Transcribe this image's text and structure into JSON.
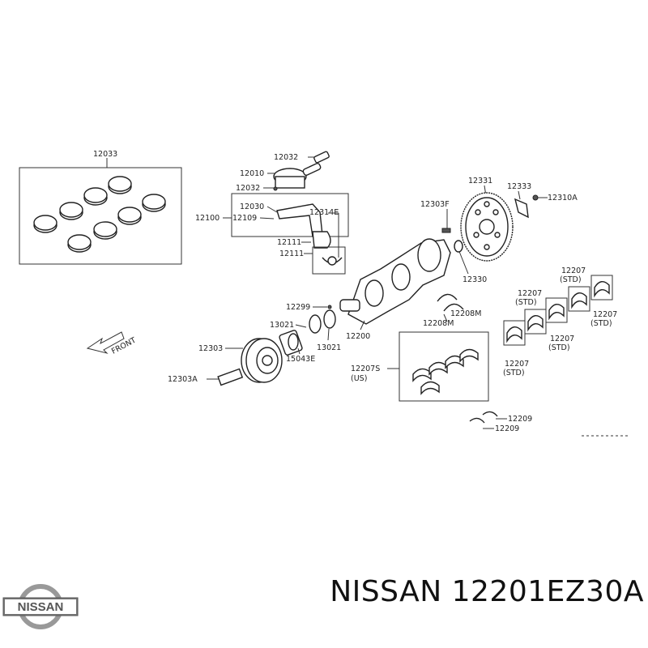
{
  "diagram": {
    "labels": {
      "ring_set": "12033",
      "pin_clip_top": "12032",
      "piston": "12010",
      "pin_clip": "12032",
      "con_rod": "12100",
      "rod_bolt": "12030",
      "rod_nut": "12109",
      "rod_cap": "12314E",
      "rod_bearing_upper": "12111",
      "rod_bearing_lower": "12111",
      "bolt_top": "12303F",
      "flywheel": "12331",
      "flywheel_plate": "12333",
      "flywheel_bolt": "12310A",
      "pilot_bushing": "12330",
      "crank_pulley": "12303",
      "pulley_bolt": "12303A",
      "key": "12299",
      "spacer_left": "13021",
      "spacer_right": "13021",
      "oil_seal": "15043E",
      "crankshaft": "12200",
      "thrust_upper": "12208M",
      "thrust_lower": "12208M",
      "main_bearing_us": "12207S",
      "main_bearing_us_note": "(US)",
      "thrust_washer_1": "12209",
      "thrust_washer_2": "12209",
      "std_1": "12207",
      "std_1_note": "(STD)",
      "std_2": "12207",
      "std_2_note": "(STD)",
      "std_3": "12207",
      "std_3_note": "(STD)",
      "std_4": "12207",
      "std_4_note": "(STD)",
      "std_5": "12207",
      "std_5_note": "(STD)",
      "front": "FRONT"
    }
  },
  "footer": {
    "brand_logo_text": "NISSAN",
    "title": "NISSAN 12201EZ30A"
  }
}
